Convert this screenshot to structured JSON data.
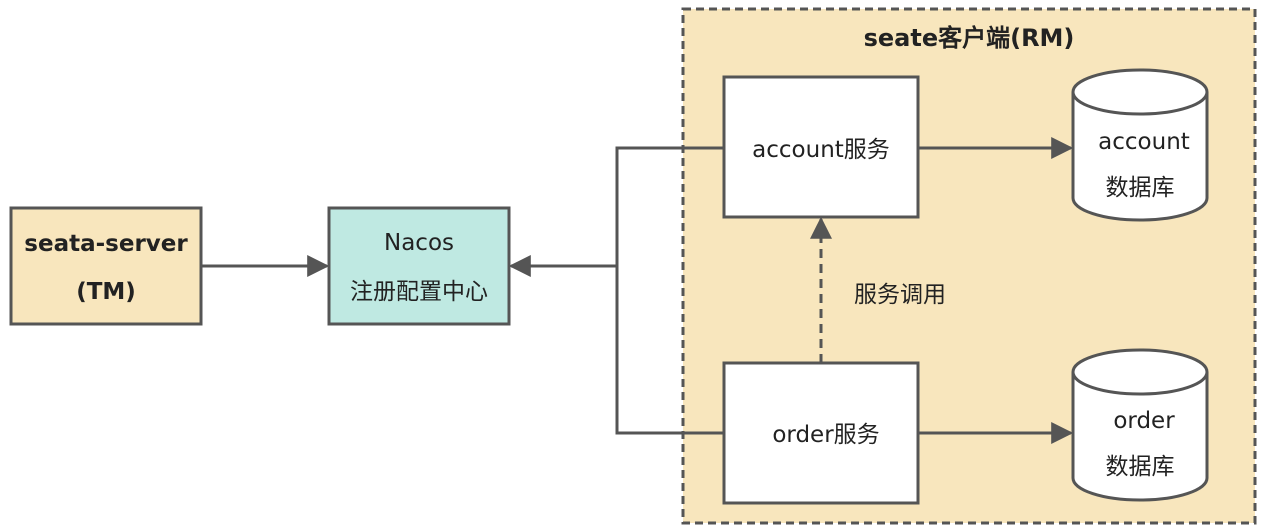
{
  "client_group": {
    "title": "seate客户端(RM)",
    "fill": "#f8e6bd",
    "border": "#555555"
  },
  "seata_server": {
    "line1": "seata-server",
    "line2": "(TM)",
    "fill": "#f8e6bd"
  },
  "nacos": {
    "line1": "Nacos",
    "line2": "注册配置中心",
    "fill": "#bfe9e2"
  },
  "account_service": {
    "label": "account服务"
  },
  "order_service": {
    "label": "order服务"
  },
  "account_db": {
    "line1": "account",
    "line2": "数据库"
  },
  "order_db": {
    "line1": "order",
    "line2": "数据库"
  },
  "service_call": {
    "label": "服务调用"
  },
  "colors": {
    "stroke": "#555555",
    "text": "#222222",
    "white": "#ffffff"
  }
}
